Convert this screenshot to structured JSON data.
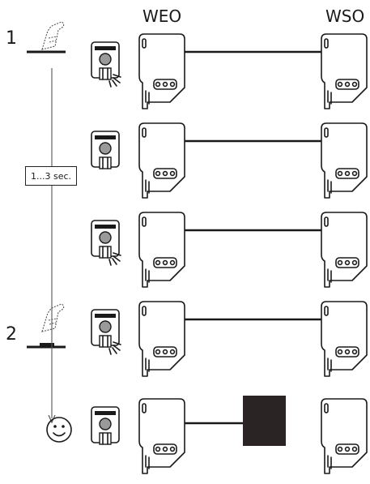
{
  "header": {
    "emitter_label": "WEO",
    "receiver_label": "WSO"
  },
  "steps": [
    {
      "number": "1",
      "icon": "finger-press-icon"
    },
    {
      "number": "2",
      "icon": "finger-press-icon"
    }
  ],
  "timeline": {
    "duration_label": "1...3 sec.",
    "result_icon": "smiley-icon"
  },
  "rows": [
    {
      "indicator": "led-blinking",
      "beam": "continuous"
    },
    {
      "indicator": "led-off",
      "beam": "continuous"
    },
    {
      "indicator": "led-blinking",
      "beam": "continuous"
    },
    {
      "indicator": "led-blinking",
      "beam": "continuous"
    },
    {
      "indicator": "led-off",
      "beam": "interrupted-by-object"
    }
  ],
  "colors": {
    "line": "#1a1a1a",
    "object": "#2b2424",
    "background": "#ffffff"
  }
}
